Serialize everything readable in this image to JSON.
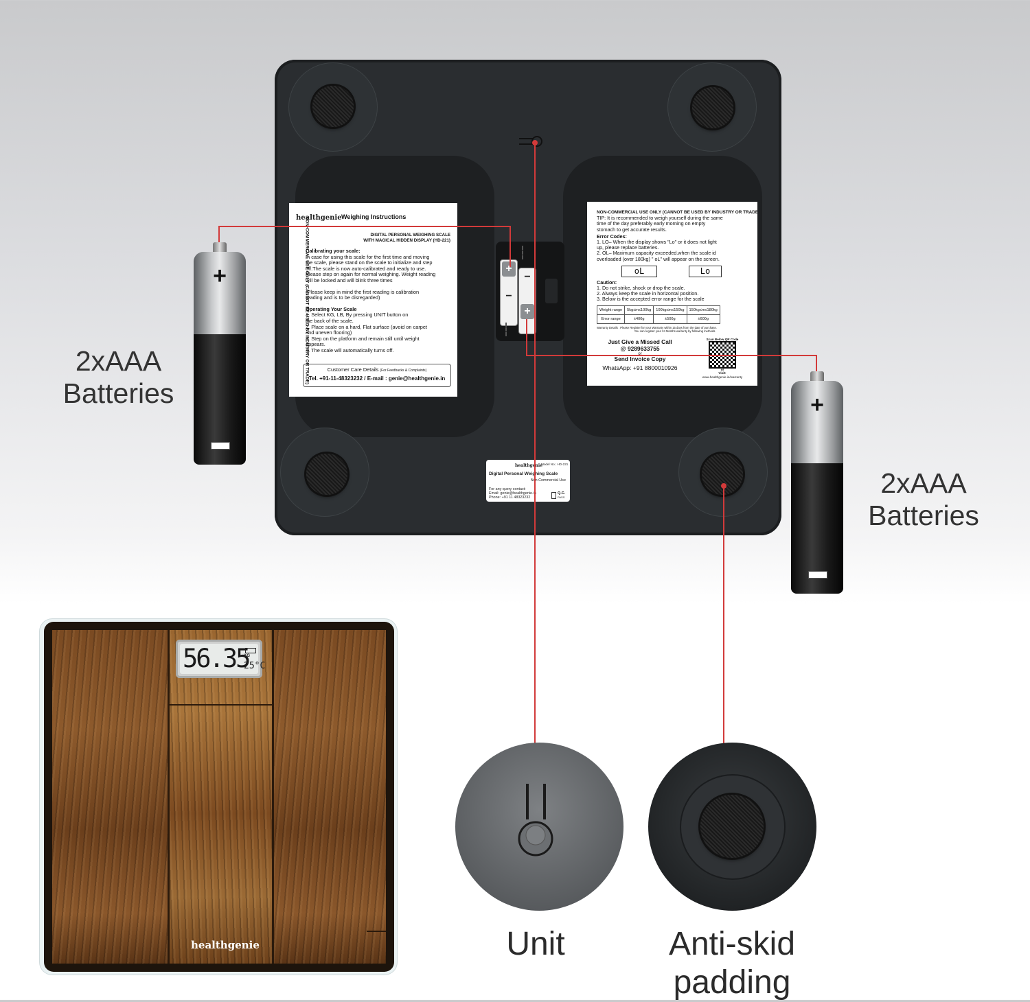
{
  "instructions_label": {
    "brand": "healthgenie",
    "title": "Weighing Instructions",
    "product_line1": "DIGITAL PERSONAL WEIGHING SCALE",
    "product_line2": "WITH MAGICAL HIDDEN DISPLAY (HD-221)",
    "side_note": "NON-COMMERCIAL USE ONLY (CANNOT BE USED BY INDUSTRY OR TRADE)",
    "calibrating_heading": "Calibrating your scale:",
    "calibrating_text": [
      "In case for using this scale for the first time and moving",
      "the scale, please stand on the scale to initialize and step",
      "off.The scale is now auto-calibrated and ready to use.",
      "Please step on again for normal weighing. Weight reading",
      "will be locked and will blink three times"
    ],
    "calibration_note": [
      "(Please keep in mind the first reading is calibration",
      "reading and is to be disregarded)"
    ],
    "operating_heading": "Operating Your Scale",
    "operating_steps": [
      "1. Select KG, LB, By pressing UNIT button on",
      "the back of the scale.",
      "2. Place scale on a hard, Flat surface (avoid on carpet",
      "and uneven flooring)",
      "3. Step on the platform and remain still until weight",
      "appears.",
      "4. The scale will automatically turns off."
    ],
    "customer_care_title": "Customer Care Details",
    "customer_care_sub": "(For Feedbacks & Complaints)",
    "customer_care_contact": "Tel. +91-11-48323232 / E-mail : genie@healthgenie.in"
  },
  "info_label": {
    "header": "NON-COMMERCIAL USE ONLY (CANNOT BE USED BY INDUSTRY OR TRADE)",
    "tip": [
      "TIP: It is recommended to weigh yourself during the same",
      "time of the day preferably early morning on empty",
      "stomach to get accurate results."
    ],
    "error_heading": "Error Codes:",
    "errors": [
      "1. LO– When the display shows \"Lo\" or it does not light",
      "up, please replace batteries.",
      "2. OL– Maximum capacity exceeded.when the scale id",
      "overloaded (over 180kg) \" oL\" will appear on the screen."
    ],
    "code_ol": "oL",
    "code_lo": "Lo",
    "caution_heading": "Caution:",
    "caution": [
      "1. Do not strike, shock or drop the scale.",
      "2. Always keep the scale in horizontal position.",
      "3. Below is the accepted error range for the scale"
    ],
    "table": {
      "rows": [
        [
          "Weight range",
          "5kg≤m≤100kg",
          "100kg≤m≤150kg",
          "150kg≤m≤180kg"
        ],
        [
          "Error range",
          "±400g",
          "±500g",
          "±600g"
        ]
      ]
    },
    "warranty": [
      "Warranty Details : Please Register for your Warranty within 15 days from the date of purchase.",
      "You can register your 24 Months warranty by following methods."
    ],
    "missed_call": "Just Give a Missed Call",
    "missed_call_number": "@ 9289633755",
    "or1": "or",
    "invoice": "Send Invoice Copy",
    "whatsapp": "WhatsApp: +91 8800010926",
    "qr_title": "Scan Below QR Code",
    "or2": "or",
    "visit": "Visit:",
    "warranty_url": "www.healthgenie.in/warranty"
  },
  "model_sticker": {
    "brand": "healthgenie",
    "model": "Model No.: HD-221",
    "title": "Digital Personal Weighing Scale",
    "sub": "Non Commercial Use",
    "query": "For any query contact:",
    "email": "Email: genie@healthgenie.in",
    "phone": "Phone: +91 11 48323232",
    "qc": "Q.C.",
    "qc_sub": "PASS"
  },
  "battery_left_caption": [
    "2xAAA",
    "Batteries"
  ],
  "battery_right_caption": [
    "2xAAA",
    "Batteries"
  ],
  "unit_callout": "Unit",
  "antiskid_callout": [
    "Anti-skid",
    "padding"
  ],
  "display": {
    "weight": "56.35",
    "unit": "KG",
    "temperature": "25°C"
  },
  "wood_brand": "healthgenie",
  "colors": {
    "callout_line": "#d23a3a",
    "scale_body": "#2a2d30",
    "wood": "#8d5a2c"
  }
}
